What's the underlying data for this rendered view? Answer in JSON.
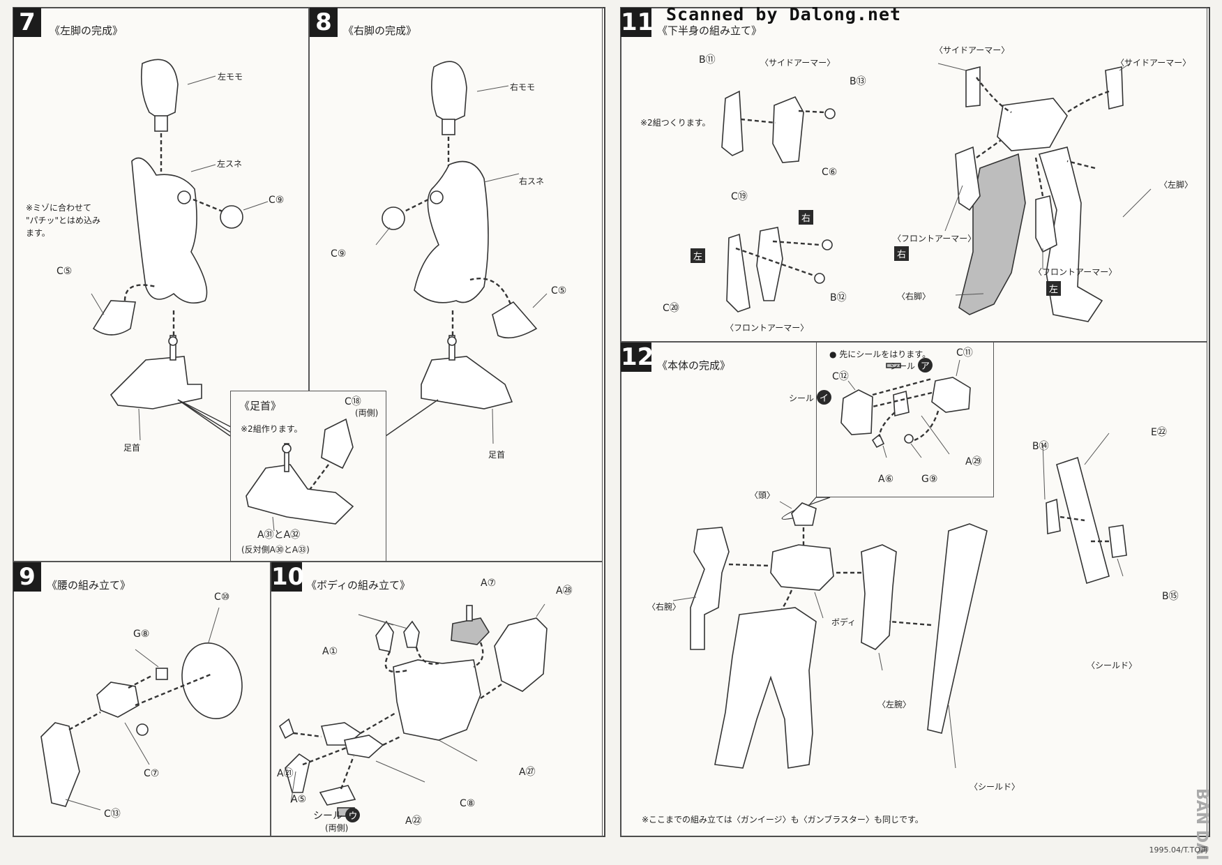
{
  "watermark": "Scanned by Dalong.net",
  "footer": "1995.04/T.TO再",
  "brand": "BAN DAI",
  "steps": {
    "s7": {
      "num": "7",
      "title": "《左脚の完成》",
      "labels": {
        "thigh": "左モモ",
        "shin": "左スネ",
        "c9": "C⑨",
        "c5": "C⑤",
        "foot": "足首"
      },
      "note": "※ミゾに合わせて\n\"パチッ\"とはめ込み\nます。"
    },
    "s8": {
      "num": "8",
      "title": "《右脚の完成》",
      "labels": {
        "thigh": "右モモ",
        "shin": "右スネ",
        "c9": "C⑨",
        "c5": "C⑤",
        "foot": "足首"
      }
    },
    "ankle": {
      "title": "《足首》",
      "note": "※2組作ります。",
      "c18": "C⑱",
      "c18b": "(両側)",
      "a": "A㉛とA㉜",
      "b": "(反対側A㉚とA㉝)"
    },
    "s9": {
      "num": "9",
      "title": "《腰の組み立て》",
      "labels": {
        "c10": "C⑩",
        "g8": "G⑧",
        "c7": "C⑦",
        "c13": "C⑬"
      }
    },
    "s10": {
      "num": "10",
      "title": "《ボディの組み立て》",
      "labels": {
        "a7": "A⑦",
        "a28": "A㉘",
        "a1": "A①",
        "a21": "A㉑",
        "a5": "A⑤",
        "seal": "シール",
        "seal_mark": "ウ",
        "seal_note": "(両側)",
        "a22": "A㉒",
        "c8": "C⑧",
        "a27": "A㉗"
      }
    },
    "s11": {
      "num": "11",
      "title": "《下半身の組み立て》",
      "labels": {
        "b11": "B⑪",
        "side_armor": "〈サイドアーマー〉",
        "b13": "B⑬",
        "note": "※2組つくります。",
        "c6": "C⑥",
        "c19": "C⑲",
        "right": "右",
        "left": "左",
        "c20": "C⑳",
        "b12": "B⑫",
        "front_armor": "〈フロントアーマー〉",
        "side_armor2": "〈サイドアーマー〉",
        "side_armor3": "〈サイドアーマー〉",
        "left_leg": "〈左脚〉",
        "front_armor_r": "〈フロントアーマー〉",
        "right_leg": "〈右脚〉",
        "front_armor_l": "〈フロントアーマー〉"
      }
    },
    "s12": {
      "num": "12",
      "title": "《本体の完成》",
      "labels": {
        "note": "● 先にシールをはります。",
        "c11": "C⑪",
        "c12": "C⑫",
        "seal_a": "シール",
        "seal_a_mark": "ア",
        "seal_i": "シール",
        "seal_i_mark": "イ",
        "a29": "A㉙",
        "a6": "A⑥",
        "g9": "G⑨",
        "head": "〈頭〉",
        "right_arm": "〈右腕〉",
        "body": "ボディ",
        "left_arm": "〈左腕〉",
        "shield": "〈シールド〉",
        "shield2": "〈シールド〉",
        "b14": "B⑭",
        "e92": "E㉒",
        "b15": "B⑮"
      },
      "footnote": "※ここまでの組み立ては〈ガンイージ〉も〈ガンブラスター〉も同じです。"
    }
  }
}
